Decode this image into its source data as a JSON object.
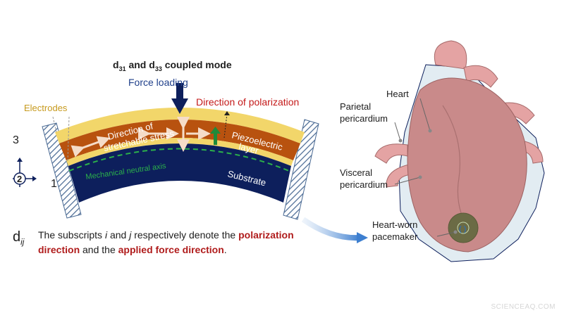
{
  "mode_title": {
    "prefix": "d",
    "sub1": "31",
    "middle": " and d",
    "sub2": "33",
    "suffix": " coupled mode"
  },
  "labels": {
    "force_loading": "Force loading",
    "direction_of_polarization": "Direction of polarization",
    "electrodes": "Electrodes",
    "direction_of": "Direction of",
    "stretchable_stress": "stretchable stress",
    "piezoelectric": "Piezoelectric",
    "layer": "layer",
    "mechanical_neutral_axis": "Mechanical neutral axis",
    "substrate": "Substrate",
    "axis_3": "3",
    "axis_2": "2",
    "axis_1": "1"
  },
  "caption": {
    "symbol": "d",
    "symbol_sub": "ij",
    "part1": "The subscripts ",
    "i": "i",
    "part2": " and ",
    "j": "j",
    "part3": " respectively denote the ",
    "hl1": "polarization direction",
    "part4": " and the ",
    "hl2": "applied force direction",
    "part5": "."
  },
  "heart_labels": {
    "heart": "Heart",
    "parietal_1": "Parietal",
    "parietal_2": "pericardium",
    "visceral_1": "Visceral",
    "visceral_2": "pericardium",
    "pacemaker_1": "Heart-worn",
    "pacemaker_2": "pacemaker"
  },
  "watermark": "SCIENCEAQ.COM",
  "colors": {
    "navy": "#0d1f5c",
    "orange": "#b8520f",
    "yellow": "#f2d66a",
    "red_text": "#c41a1a",
    "gold_text": "#c79a1e",
    "green": "#1f8a3a",
    "heart": "#c98a8a",
    "heart_light": "#e4a3a3",
    "pericardium": "#cfe0ea"
  }
}
